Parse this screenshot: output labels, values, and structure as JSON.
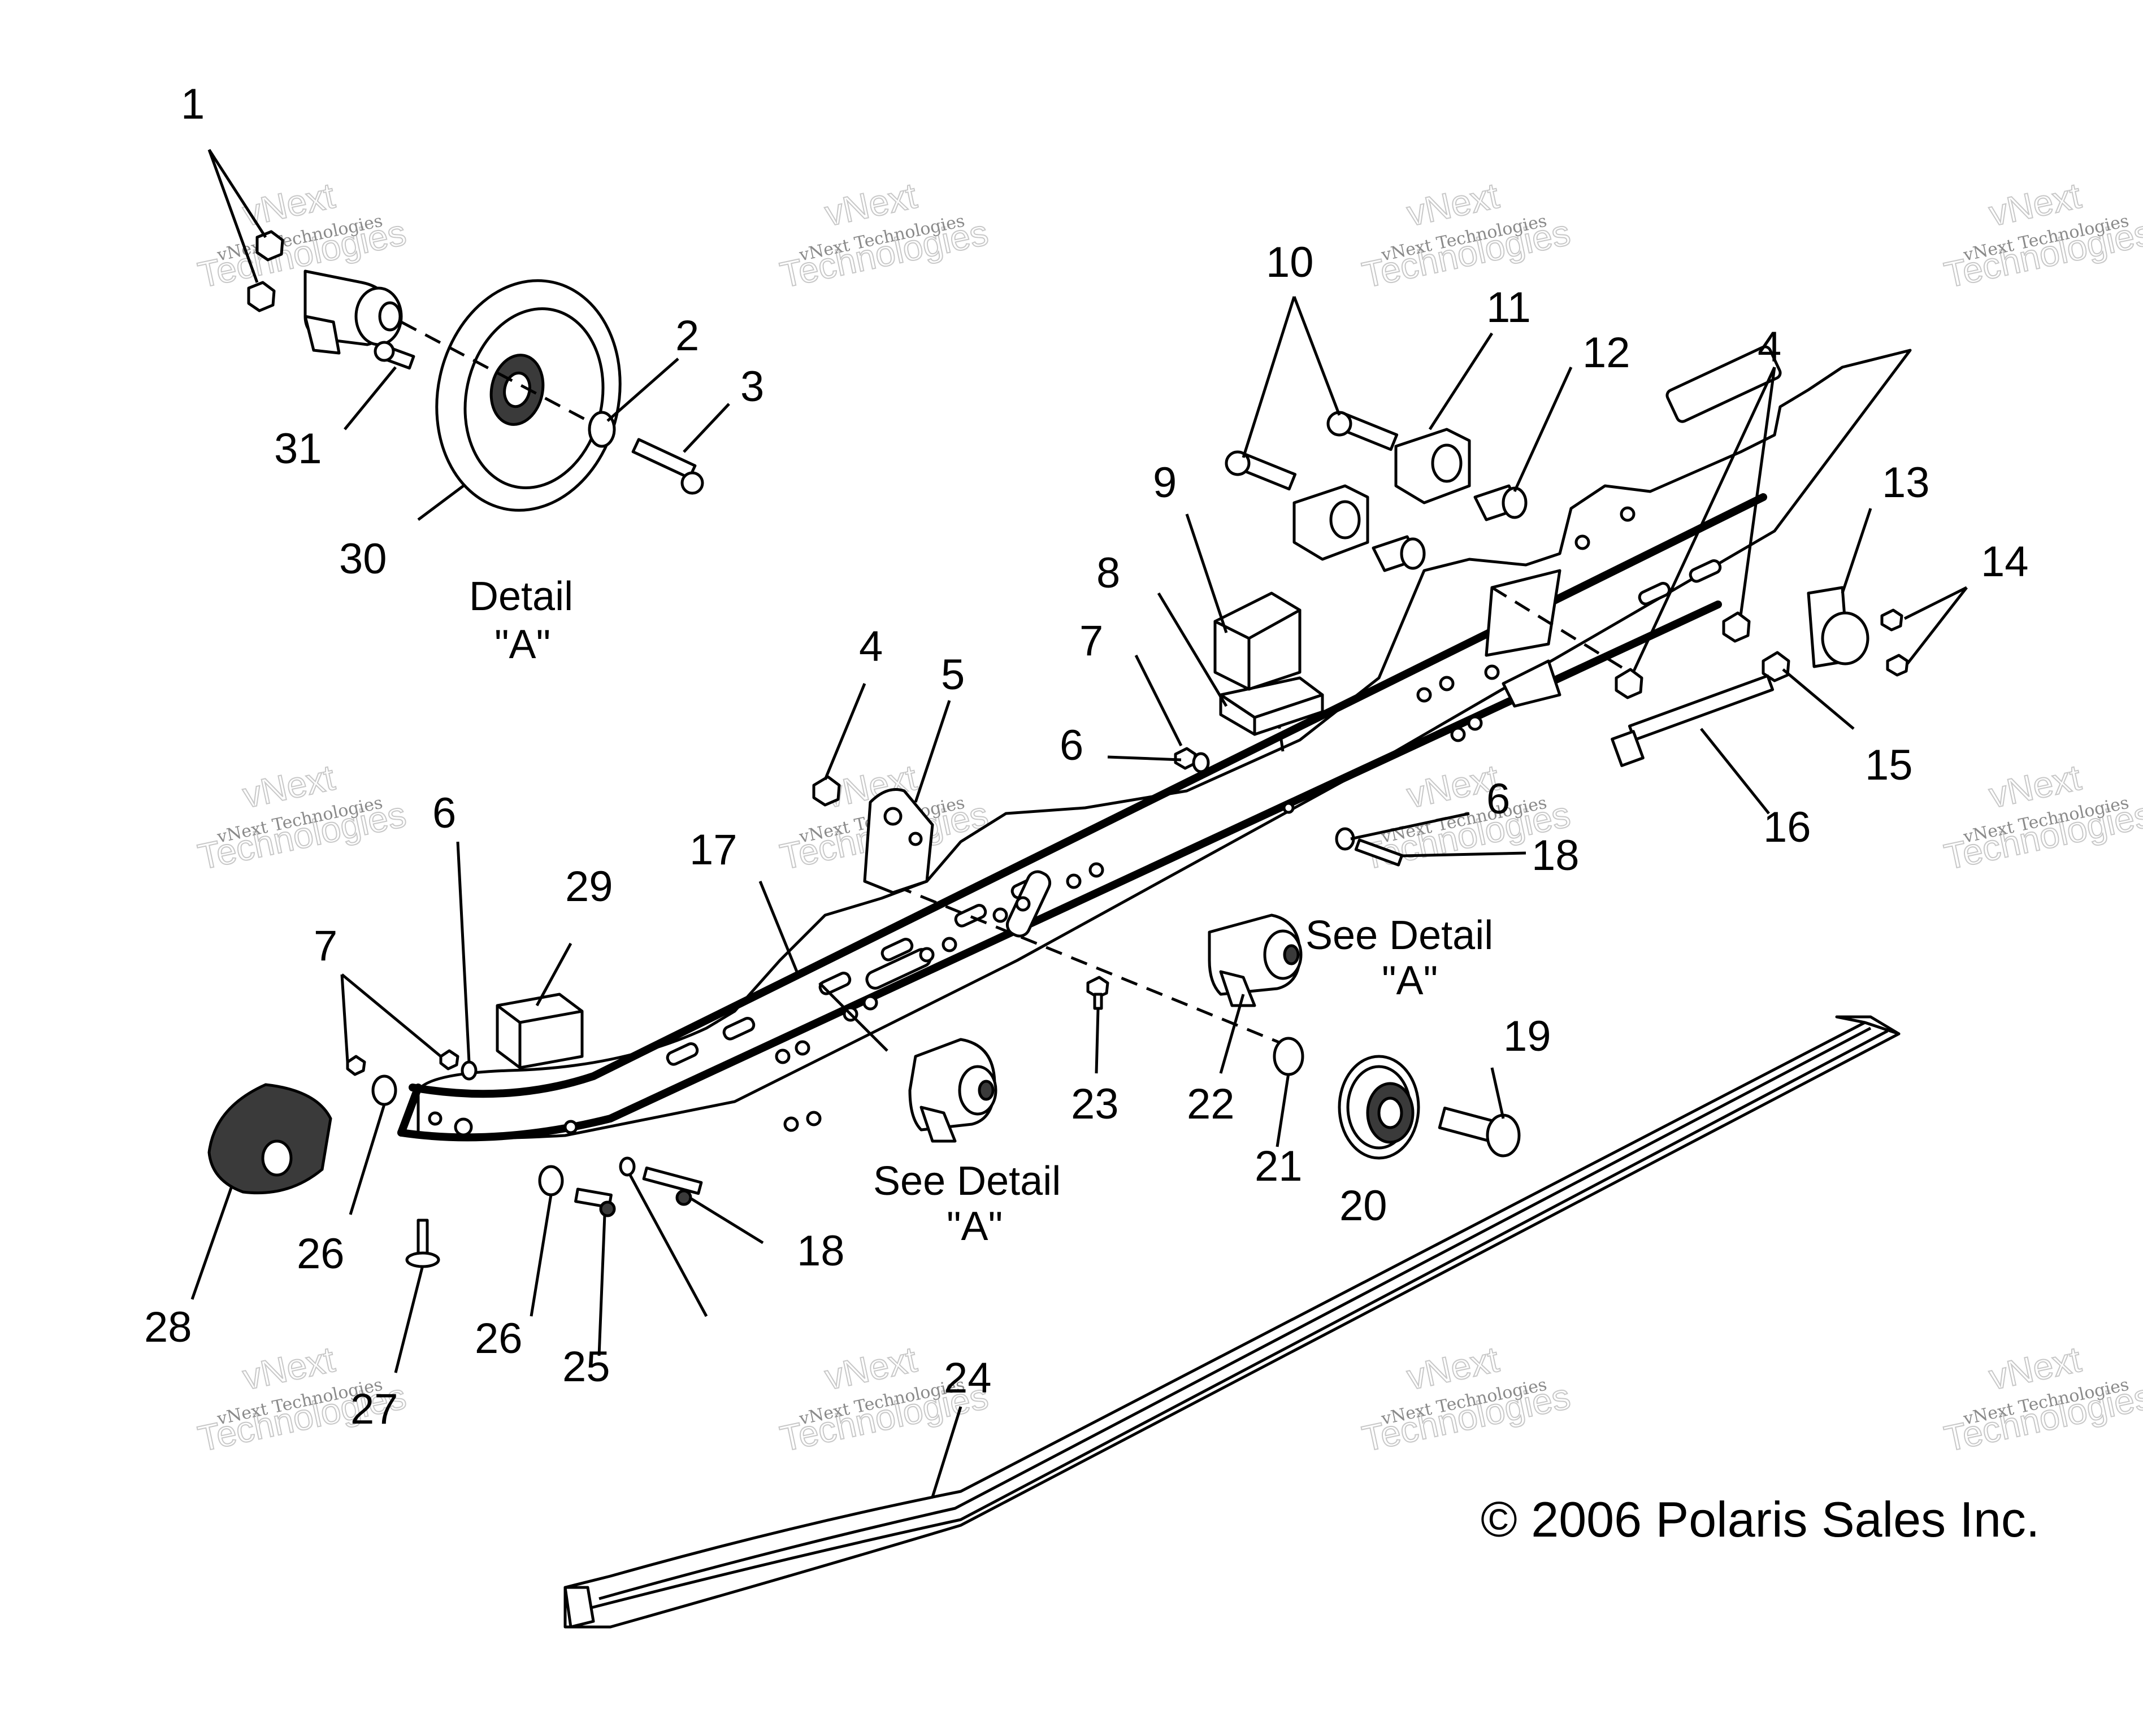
{
  "diagram": {
    "callouts": {
      "c1": "1",
      "c2": "2",
      "c3": "3",
      "c4a": "4",
      "c4b": "4",
      "c5": "5",
      "c6a": "6",
      "c6b": "6",
      "c6c": "6",
      "c7a": "7",
      "c7b": "7",
      "c8": "8",
      "c9": "9",
      "c10": "10",
      "c11": "11",
      "c12": "12",
      "c13": "13",
      "c14": "14",
      "c15": "15",
      "c16": "16",
      "c17": "17",
      "c18a": "18",
      "c18b": "18",
      "c19": "19",
      "c20": "20",
      "c21": "21",
      "c22": "22",
      "c23": "23",
      "c24": "24",
      "c25": "25",
      "c26a": "26",
      "c26b": "26",
      "c27": "27",
      "c28": "28",
      "c29": "29",
      "c30": "30",
      "c31": "31"
    },
    "detail_label": {
      "line1": "Detail",
      "line2": "\"A\""
    },
    "see_detail_1": {
      "line1": "See Detail",
      "line2": "\"A\""
    },
    "see_detail_2": {
      "line1": "See Detail",
      "line2": "\"A\""
    },
    "copyright": "© 2006 Polaris Sales Inc.",
    "watermark": {
      "small": "vNext Technologies",
      "big_line1": "vNext",
      "big_line2": "Technologies"
    }
  }
}
